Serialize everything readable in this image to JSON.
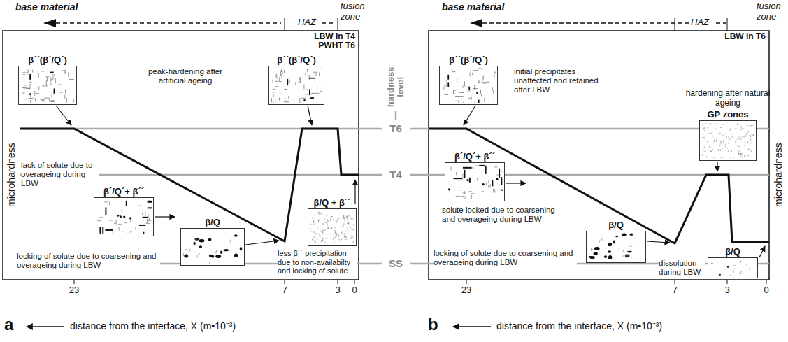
{
  "diagram": {
    "nodes": [
      {
        "text": [
          "β´´(β´/Q´)"
        ]
      },
      {
        "text": [
          "β´´(β´/Q´)"
        ]
      },
      {
        "text": [
          "β´/Q´+ β´´"
        ]
      },
      {
        "text": [
          "β/Q"
        ]
      },
      {
        "text": [
          "β/Q + β´´"
        ]
      },
      {
        "text": [
          "β´´(β´/Q´)"
        ]
      },
      {
        "text": [
          "hardening after natural ageing",
          "GP zones"
        ]
      },
      {
        "text": [
          "β´/Q´+ β´´"
        ]
      },
      {
        "text": [
          "β/Q"
        ]
      },
      {
        "text": [
          "β/Q"
        ]
      }
    ],
    "labels": [
      "base material",
      "HAZ",
      "fusion zone",
      "LBW in T4 PWHT T6",
      "peak-hardening after artificial ageing",
      "microhardness",
      "lack of solute due to overageing during LBW",
      "locking of solute due to coarsening and overageing during LBW",
      "less β´´ precipitation due to non-availabilty and locking of solute",
      "23",
      "7",
      "3",
      "0",
      "a",
      "distance from the interface, X (m•10⁻³)",
      "hardness level",
      "T6",
      "T4",
      "SS",
      "base material",
      "HAZ",
      "fusion zone",
      "LBW in T6",
      "initial precipitates unaffected and retained after LBW",
      "solute locked due to coarsening and overageing during LBW",
      "locking of solute due to coarsening and overageing during LBW",
      "dissolution during LBW",
      "microhardness",
      "23",
      "7",
      "3",
      "0",
      "b",
      "distance from the interface, X (m•10⁻³)"
    ]
  }
}
